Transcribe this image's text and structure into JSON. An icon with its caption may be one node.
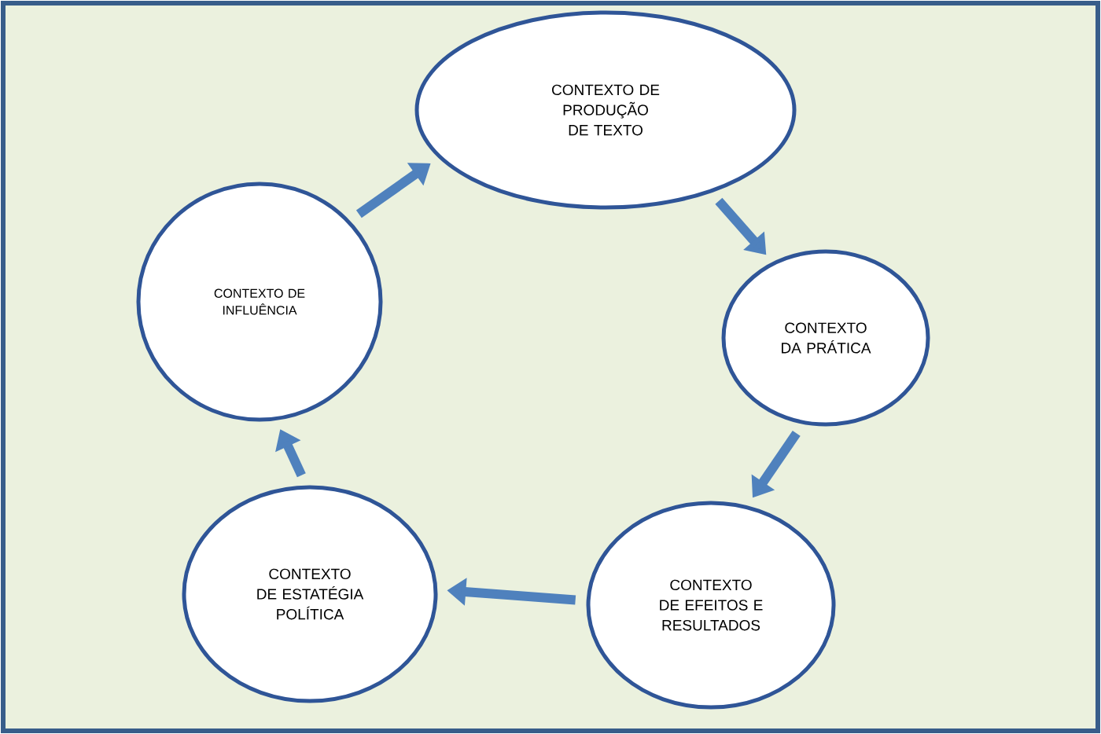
{
  "diagram": {
    "nodes": [
      {
        "text": [
          "CONTEXTO DE PRODUÇÃO DE TEXTO"
        ]
      },
      {
        "text": [
          "CONTEXTO DA PRÁTICA"
        ]
      },
      {
        "text": [
          "CONTEXTO DE EFEITOS E RESULTADOS"
        ]
      },
      {
        "text": [
          "CONTEXTO DE ESTATÉGIA POLÍTICA"
        ]
      },
      {
        "text": [
          "CONTEXTO DE INFLUÊNCIA"
        ]
      }
    ],
    "edges": [
      {
        "from": 0,
        "to": 1,
        "arrow": "to"
      },
      {
        "from": 1,
        "to": 2,
        "arrow": "to"
      },
      {
        "from": 2,
        "to": 3,
        "arrow": "to"
      },
      {
        "from": 3,
        "to": 4,
        "arrow": "to"
      },
      {
        "from": 4,
        "to": 0,
        "arrow": "to"
      }
    ]
  }
}
